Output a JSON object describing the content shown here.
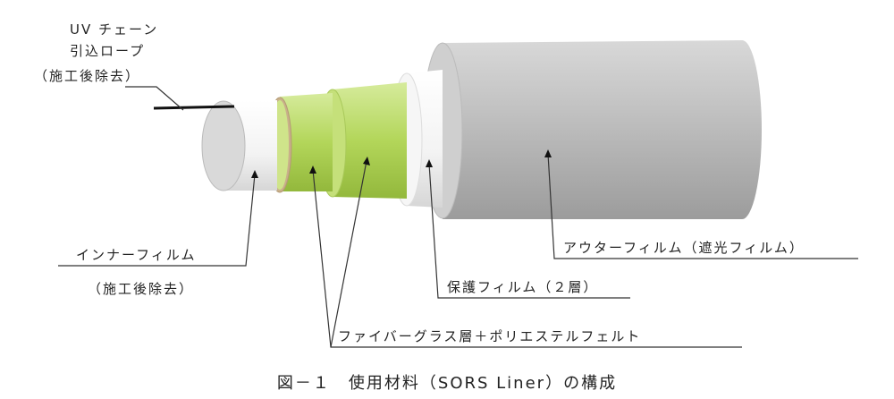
{
  "labels": {
    "rope_line1": "UV チェーン",
    "rope_line2": "引込ロープ",
    "rope_line3": "（施工後除去）",
    "inner_film": "インナーフィルム",
    "inner_film_note": "（施工後除去）",
    "protective_film": "保護フィルム（２層）",
    "outer_film": "アウターフィルム（遮光フィルム）",
    "fiberglass": "ファイバーグラス層＋ポリエステルフェルト"
  },
  "caption": "図－１　使用材料（SORS Liner）の構成",
  "colors": {
    "outer": "#b9b9b9",
    "protective": "#f2f2f2",
    "green": "#b5d860",
    "inner": "#ececec",
    "felt": "#c9b08a"
  }
}
